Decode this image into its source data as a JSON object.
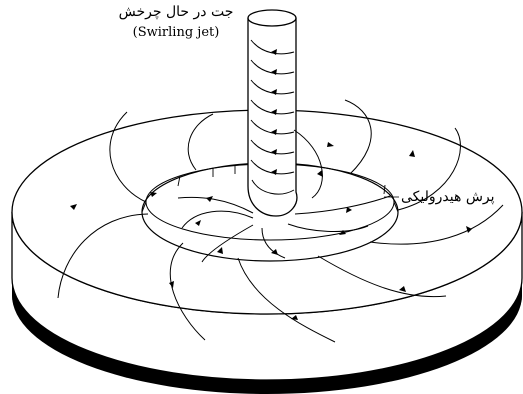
{
  "labels": {
    "swirling_jet_fa": "جت در حال چرخش",
    "swirling_jet_en": "(Swirling jet)",
    "hydraulic_jump_fa": "پرش هیدرولیکی"
  },
  "colors": {
    "line": "#000000",
    "base": "#000000",
    "background": "#ffffff"
  }
}
